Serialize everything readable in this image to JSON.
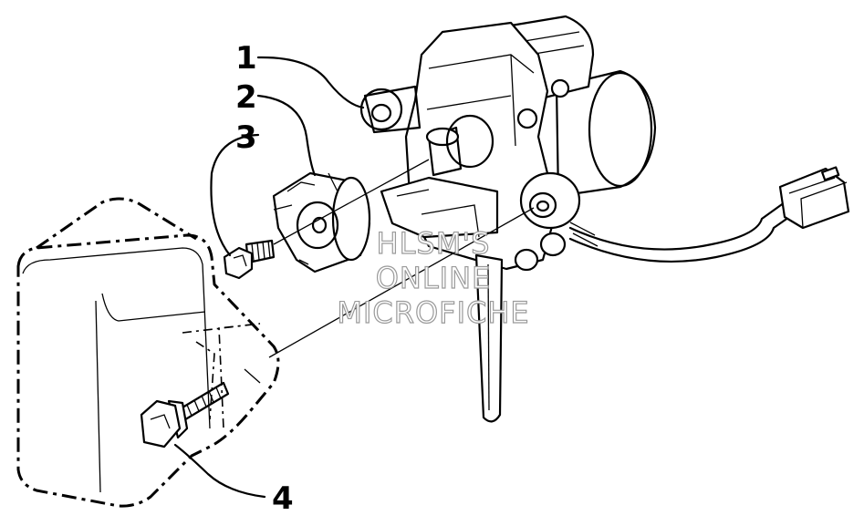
{
  "callouts": [
    {
      "id": "1",
      "label": "1"
    },
    {
      "id": "2",
      "label": "2"
    },
    {
      "id": "3",
      "label": "3"
    },
    {
      "id": "4",
      "label": "4"
    }
  ],
  "watermark": {
    "line1": "HLSM'S",
    "line2": "ONLINE",
    "line3": "MICROFICHE",
    "color": "#9a9a9a"
  }
}
